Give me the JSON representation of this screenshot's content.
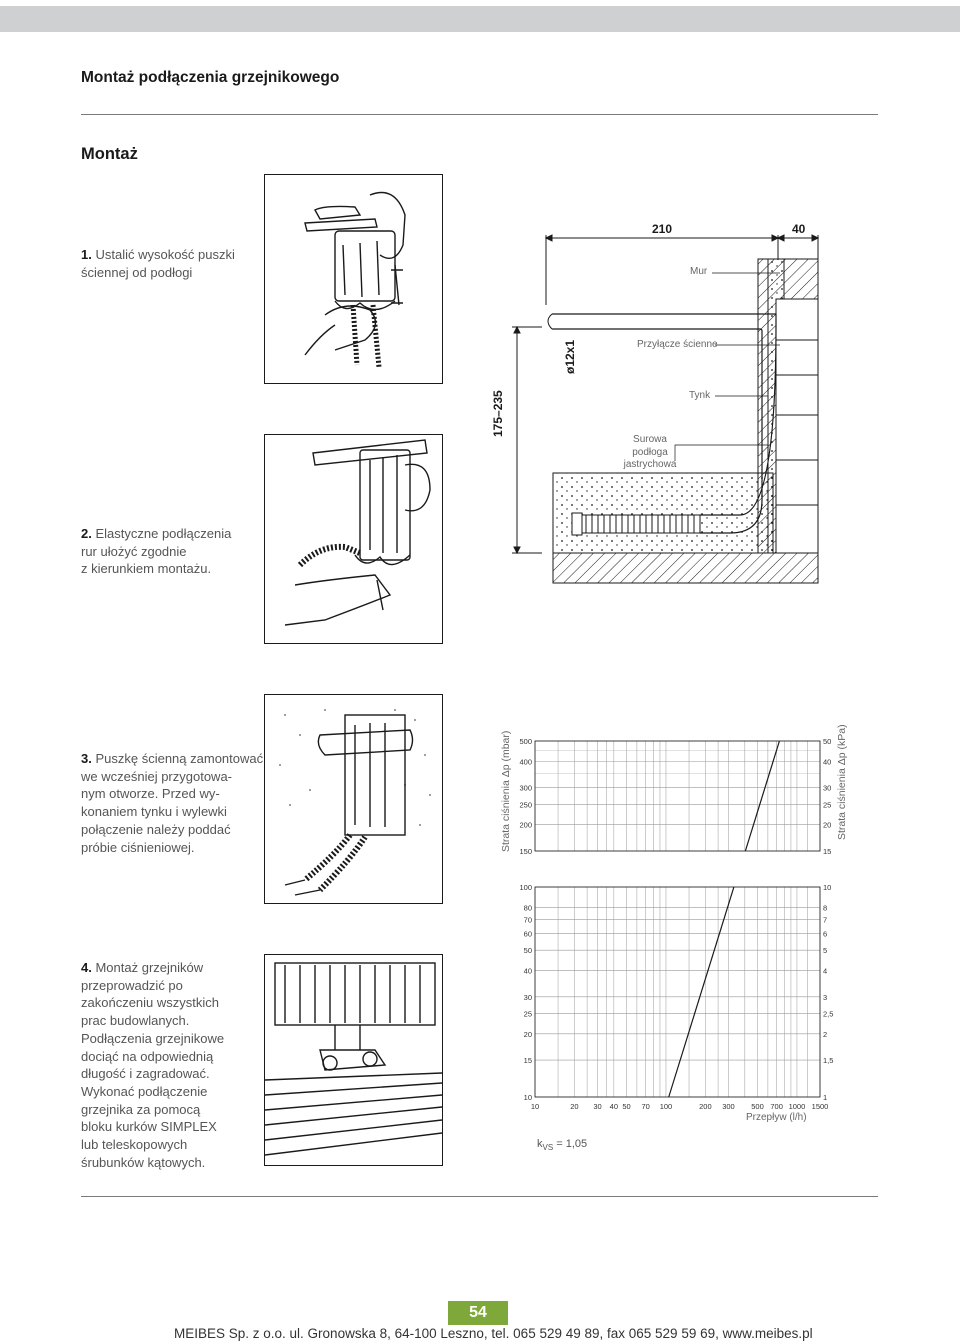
{
  "header": {
    "title": "Montaż podłączenia grzejnikowego"
  },
  "section": {
    "title": "Montaż"
  },
  "steps": [
    {
      "num": "1.",
      "lines": [
        "Ustalić wysokość puszki",
        "ściennej od podłogi"
      ]
    },
    {
      "num": "2.",
      "lines": [
        "Elastyczne podłączenia",
        "rur ułożyć zgodnie",
        "z kierunkiem montażu."
      ]
    },
    {
      "num": "3.",
      "lines": [
        "Puszkę ścienną zamontować",
        "we wcześniej przygotowa-",
        "nym otworze. Przed wy-",
        "konaniem tynku i wylewki",
        "połączenie należy poddać",
        "próbie ciśnieniowej."
      ]
    },
    {
      "num": "4.",
      "lines": [
        "Montaż grzejników",
        "przeprowadzić po",
        "zakończeniu wszystkich",
        "prac budowlanych.",
        "Podłączenia grzejnikowe",
        "dociąć na odpowiednią",
        "długość i zagradować.",
        "Wykonać podłączenie",
        "grzejnika za pomocą",
        "bloku kurków SIMPLEX",
        "lub teleskopowych",
        "śrubunków kątowych."
      ]
    }
  ],
  "section_drawing": {
    "dim_width": "210",
    "dim_wall": "40",
    "dim_height": "175–235",
    "pipe_label": "ø12x1",
    "labels": {
      "mur": "Mur",
      "przylacze": "Przyłącze ścienne",
      "tynk": "Tynk",
      "surowa_1": "Surowa",
      "surowa_2": "podłoga",
      "surowa_3": "jastrychowa"
    }
  },
  "chart_data": {
    "type": "line",
    "scale": "log-log",
    "xlabel": "Przepływ (l/h)",
    "ylabel_left": "Strata ciśnienia Δp (mbar)",
    "ylabel_right": "Strata ciśnienia Δp (kPa)",
    "x_ticks": [
      "10",
      "20",
      "30",
      "40",
      "50",
      "70",
      "100",
      "200",
      "300",
      "500",
      "700",
      "1000",
      "1500"
    ],
    "x_tick_values": [
      10,
      20,
      30,
      40,
      50,
      70,
      100,
      200,
      300,
      500,
      700,
      1000,
      1500
    ],
    "y_ticks_mbar": [
      "10",
      "15",
      "20",
      "25",
      "30",
      "40",
      "50",
      "60",
      "70",
      "80",
      "100",
      "150",
      "200",
      "250",
      "300",
      "400",
      "500"
    ],
    "y_tick_values_mbar": [
      10,
      15,
      20,
      25,
      30,
      40,
      50,
      60,
      70,
      80,
      100,
      150,
      200,
      250,
      300,
      400,
      500
    ],
    "y_ticks_kpa": [
      "1",
      "1,5",
      "2",
      "2,5",
      "3",
      "4",
      "5",
      "6",
      "7",
      "8",
      "10",
      "15",
      "20",
      "25",
      "30",
      "40",
      "50"
    ],
    "xlim": [
      10,
      1500
    ],
    "ylim": [
      10,
      500
    ],
    "series": [
      {
        "name": "kVS = 1,05",
        "x": [
          105,
          735
        ],
        "y": [
          10,
          500
        ]
      }
    ],
    "kvs": {
      "k": "k",
      "sub": "VS",
      "value": "= 1,05"
    }
  },
  "page": {
    "number": "54"
  },
  "footer": {
    "text": "MEIBES Sp. z o.o. ul. Gronowska 8, 64-100 Leszno, tel. 065 529 49 89, fax 065 529 59 69, www.meibes.pl"
  },
  "colors": {
    "page_badge": "#7fa83a",
    "topbar": "#cfd0d2"
  }
}
